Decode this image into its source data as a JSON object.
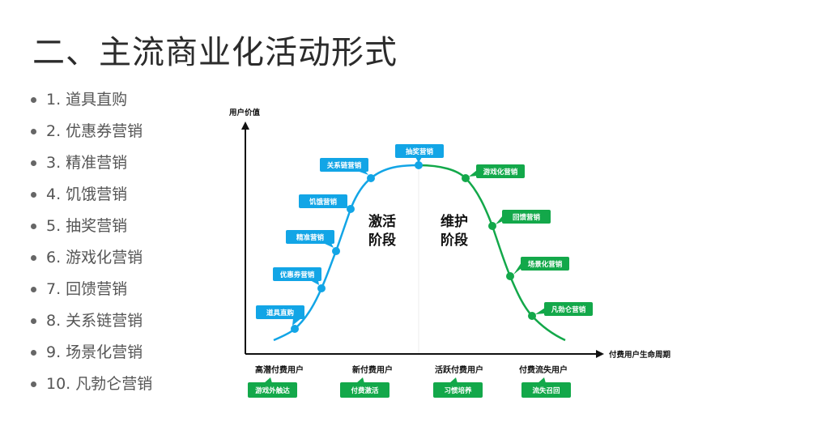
{
  "title": "二、主流商业化活动形式",
  "list": [
    "1. 道具直购",
    "2. 优惠券营销",
    "3. 精准营销",
    "4. 饥饿营销",
    "5. 抽奖营销",
    "6. 游戏化营销",
    "7. 回馈营销",
    "8. 关系链营销",
    "9. 场景化营销",
    "10. 凡勃仑营销"
  ],
  "diagram": {
    "y_axis": "用户价值",
    "x_axis": "付费用户生命周期",
    "stage_activate": [
      "激活",
      "阶段"
    ],
    "stage_maintain": [
      "维护",
      "阶段"
    ],
    "activate_points": [
      "道具直购",
      "优惠券营销",
      "精准营销",
      "饥饿营销",
      "关系链营销",
      "抽奖营销"
    ],
    "maintain_points": [
      "游戏化营销",
      "回馈营销",
      "场景化营销",
      "凡勃仑营销"
    ],
    "segments": [
      {
        "user": "高潜付费用户",
        "action": "游戏外触达"
      },
      {
        "user": "新付费用户",
        "action": "付费激活"
      },
      {
        "user": "活跃付费用户",
        "action": "习惯培养"
      },
      {
        "user": "付费流失用户",
        "action": "流失召回"
      }
    ],
    "colors": {
      "blue": "#12a5e6",
      "green": "#13a84a"
    }
  }
}
